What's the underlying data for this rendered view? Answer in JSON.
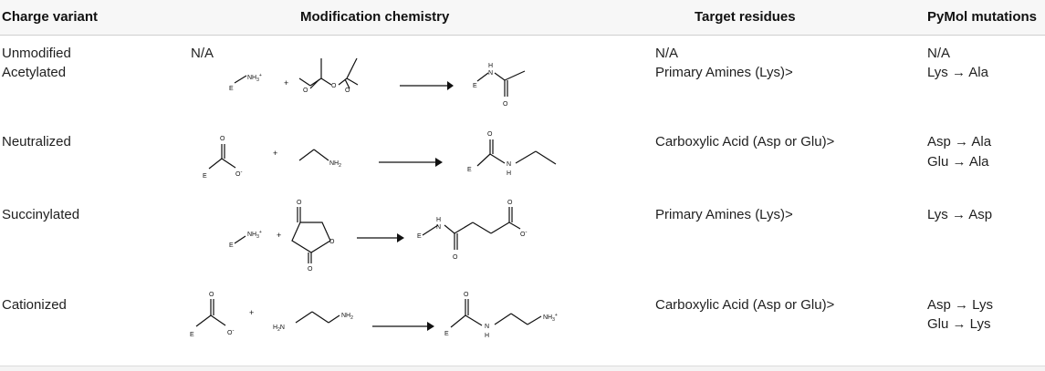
{
  "table": {
    "headers": {
      "variant": "Charge variant",
      "chemistry": "Modification chemistry",
      "targets": "Target residues",
      "mutations": "PyMol mutations"
    },
    "rows": [
      {
        "variant": "Unmodified",
        "chemistry": "N/A",
        "targets": "N/A",
        "mutations": [
          "N/A"
        ]
      },
      {
        "variant": "Acetylated",
        "targets": "Primary Amines (Lys)>",
        "mutations": [
          "Lys → Ala"
        ]
      },
      {
        "variant": "Neutralized",
        "targets": "Carboxylic Acid (Asp or Glu)>",
        "mutations": [
          "Asp → Ala",
          "Glu → Ala"
        ]
      },
      {
        "variant": "Succinylated",
        "targets": "Primary Amines (Lys)>",
        "mutations": [
          "Lys → Asp"
        ]
      },
      {
        "variant": "Cationized",
        "targets": "Carboxylic Acid (Asp or Glu)>",
        "mutations": [
          "Asp → Lys",
          "Glu → Lys"
        ]
      }
    ]
  },
  "structure_labels": {
    "e": "E",
    "plus": "+",
    "nh3": "NH",
    "nh3_sub": "3",
    "plus_charge": "+",
    "nh2": "NH",
    "nh2_sub": "2",
    "h2n": "H",
    "h2n_sub": "2",
    "h2n_tail": "N",
    "o": "O",
    "o_minus": "O",
    "minus": "-",
    "n": "N",
    "h": "H"
  }
}
